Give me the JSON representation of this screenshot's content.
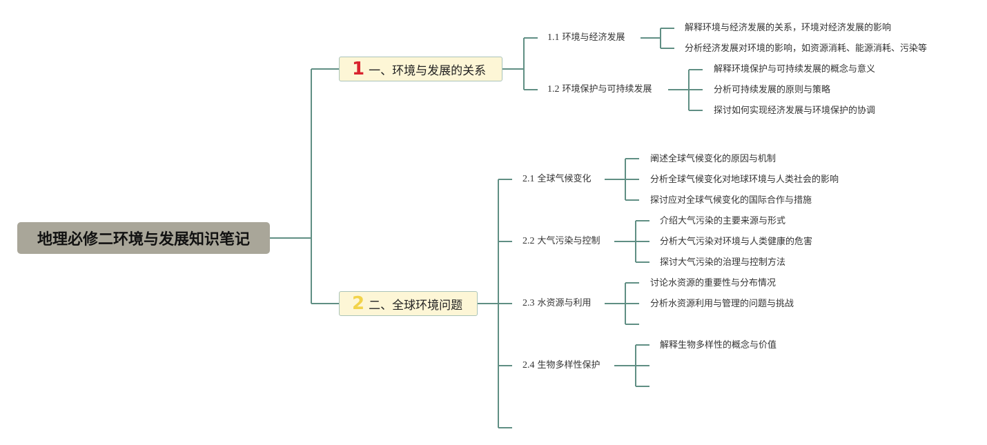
{
  "colors": {
    "line": "#5f8e83",
    "root_bg": "#a9a699",
    "branch_bg": "#fdf6d6",
    "num1": "#d9242f",
    "num2": "#f2d34a"
  },
  "root": {
    "title": "地理必修二环境与发展知识笔记"
  },
  "branches": [
    {
      "num": "1",
      "title": "一、环境与发展的关系",
      "subs": [
        {
          "id": "1.1",
          "title": "环境与经济发展",
          "leaves": [
            "解释环境与经济发展的关系，环境对经济发展的影响",
            "分析经济发展对环境的影响，如资源消耗、能源消耗、污染等"
          ]
        },
        {
          "id": "1.2",
          "title": "环境保护与可持续发展",
          "leaves": [
            "解释环境保护与可持续发展的概念与意义",
            "分析可持续发展的原则与策略",
            "探讨如何实现经济发展与环境保护的协调"
          ]
        }
      ]
    },
    {
      "num": "2",
      "title": "二、全球环境问题",
      "subs": [
        {
          "id": "2.1",
          "title": "全球气候变化",
          "leaves": [
            "阐述全球气候变化的原因与机制",
            "分析全球气候变化对地球环境与人类社会的影响",
            "探讨应对全球气候变化的国际合作与措施"
          ]
        },
        {
          "id": "2.2",
          "title": "大气污染与控制",
          "leaves": [
            "介绍大气污染的主要来源与形式",
            "分析大气污染对环境与人类健康的危害",
            "探讨大气污染的治理与控制方法"
          ]
        },
        {
          "id": "2.3",
          "title": "水资源与利用",
          "leaves": [
            "讨论水资源的重要性与分布情况",
            "分析水资源利用与管理的问题与挑战"
          ]
        },
        {
          "id": "2.4",
          "title": "生物多样性保护",
          "leaves": [
            "解释生物多样性的概念与价值"
          ]
        }
      ]
    }
  ]
}
